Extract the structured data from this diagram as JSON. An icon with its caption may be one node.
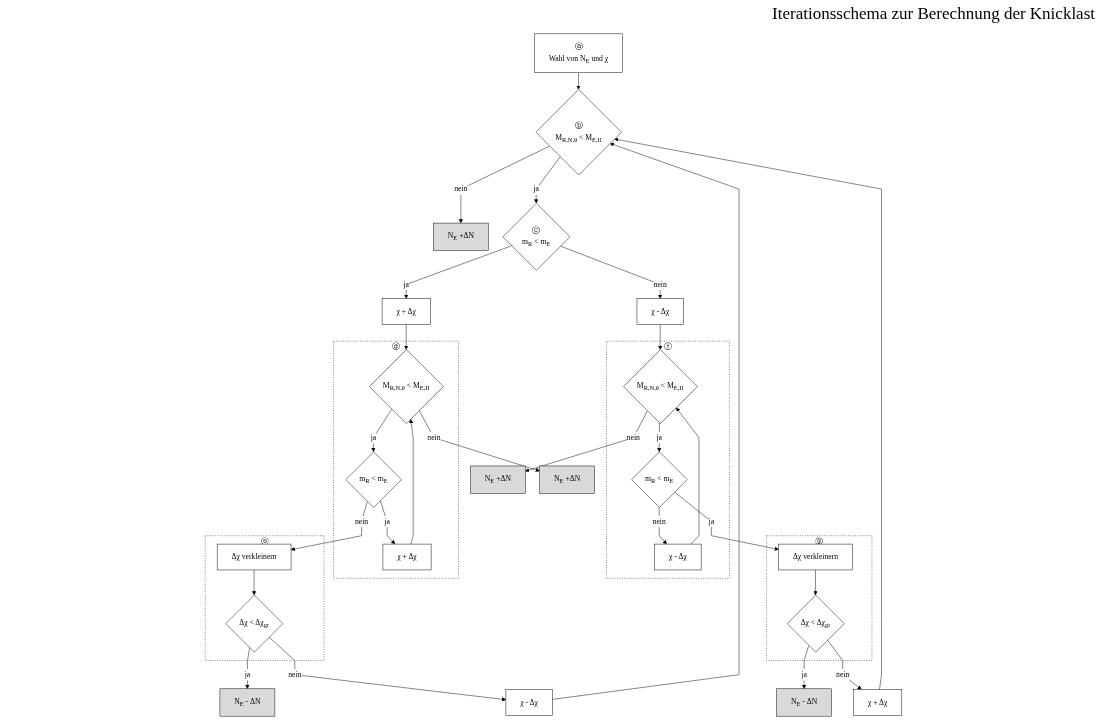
{
  "diagram": {
    "title": "Iterationsschema zur Berechnung der Knicklast",
    "nodes": [
      {
        "text": [
          "ⓐ",
          "Wahl von N$_{E}$ und χ"
        ]
      },
      {
        "text": [
          "ⓑ",
          "M$_{R,N,θ}$ < M$_{E,II}$"
        ]
      },
      {
        "text": [
          "N$_{E}$ +ΔN"
        ]
      },
      {
        "text": [
          "ⓒ",
          "m$_{R}$ < m$_{E}$"
        ]
      },
      {
        "text": [
          "χ - Δχ"
        ]
      },
      {
        "text": [
          "χ + Δχ"
        ]
      },
      {
        "text": [
          "ⓕ"
        ]
      },
      {
        "text": [
          "M$_{R,N,θ}$ < M$_{E,II}$"
        ],
        "in": 6
      },
      {
        "text": [
          "N$_{E}$ +ΔN"
        ]
      },
      {
        "text": [
          "m$_{R}$ < m$_{E}$"
        ],
        "in": 6
      },
      {
        "text": [
          "χ - Δχ"
        ],
        "in": 6
      },
      {
        "text": [
          "ⓓ"
        ]
      },
      {
        "text": [
          "M$_{R,N,θ}$ < M$_{E,II}$"
        ],
        "in": 11
      },
      {
        "text": [
          "N$_{E}$ +ΔN"
        ]
      },
      {
        "text": [
          "m$_{R}$ < m$_{E}$"
        ],
        "in": 11
      },
      {
        "text": [
          "χ + Δχ"
        ],
        "in": 11
      },
      {
        "text": [
          "ⓖ"
        ]
      },
      {
        "text": [
          "Δχ verkleinern"
        ],
        "in": 16
      },
      {
        "text": [
          "Δχ < Δχ$_{gr}$"
        ],
        "in": 16
      },
      {
        "text": [
          "χ + Δχ"
        ]
      },
      {
        "text": [
          "N$_{E}$ - ΔN"
        ]
      },
      {
        "text": [
          "ⓔ"
        ]
      },
      {
        "text": [
          "Δχ verkleinern"
        ],
        "in": 21
      },
      {
        "text": [
          "Δχ < Δχ$_{gr}$"
        ],
        "in": 21
      },
      {
        "text": [
          "χ - Δχ"
        ]
      },
      {
        "text": [
          "N$_{E}$ - ΔN"
        ]
      }
    ],
    "edges": [
      {
        "from": 0,
        "to": 1,
        "arrow": "to"
      },
      {
        "from": 19,
        "to": 1,
        "arrow": "to"
      },
      {
        "from": 24,
        "to": 1,
        "arrow": "to"
      },
      {
        "from": 1,
        "to": 2,
        "arrow": "to",
        "label": "nein"
      },
      {
        "from": 1,
        "to": 3,
        "arrow": "to",
        "label": "ja"
      },
      {
        "from": 3,
        "to": 4,
        "arrow": "to",
        "label": "nein"
      },
      {
        "from": 3,
        "to": 5,
        "arrow": "to",
        "label": "ja"
      },
      {
        "from": 4,
        "to": 7,
        "arrow": "to"
      },
      {
        "from": 7,
        "to": 8,
        "arrow": "to",
        "label": "nein"
      },
      {
        "from": 7,
        "to": 9,
        "arrow": "to",
        "label": "ja"
      },
      {
        "from": 9,
        "to": 17,
        "arrow": "to",
        "label": "ja"
      },
      {
        "from": 9,
        "to": 10,
        "arrow": "to",
        "label": "nein"
      },
      {
        "from": 10,
        "to": 7,
        "arrow": "to"
      },
      {
        "from": 5,
        "to": 12,
        "arrow": "to"
      },
      {
        "from": 12,
        "to": 13,
        "arrow": "to",
        "label": "nein"
      },
      {
        "from": 12,
        "to": 14,
        "arrow": "to",
        "label": "ja"
      },
      {
        "from": 14,
        "to": 15,
        "arrow": "to",
        "label": "ja"
      },
      {
        "from": 15,
        "to": 12,
        "arrow": "to"
      },
      {
        "from": 14,
        "to": 22,
        "arrow": "to",
        "label": "nein"
      },
      {
        "from": 17,
        "to": 18,
        "arrow": "to"
      },
      {
        "from": 18,
        "to": 19,
        "arrow": "to",
        "label": "nein"
      },
      {
        "from": 18,
        "to": 20,
        "arrow": "to",
        "label": "ja"
      },
      {
        "from": 22,
        "to": 23,
        "arrow": "to"
      },
      {
        "from": 23,
        "to": 24,
        "arrow": "to",
        "label": "nein"
      },
      {
        "from": 23,
        "to": 25,
        "arrow": "to",
        "label": "ja"
      }
    ]
  }
}
